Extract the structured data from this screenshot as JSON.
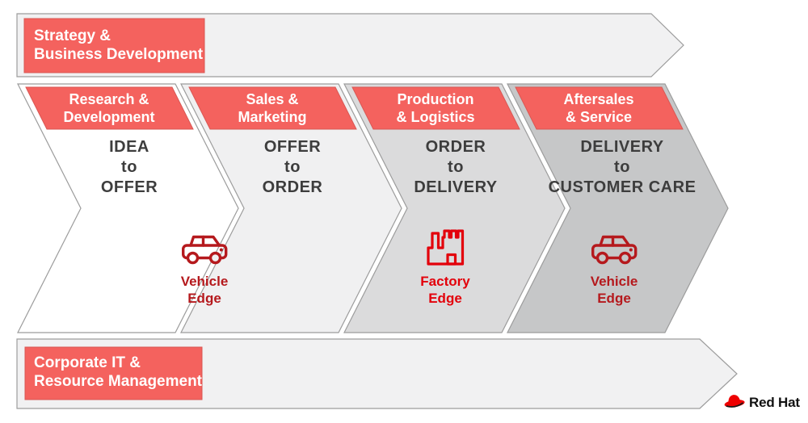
{
  "colors": {
    "salmon": "#f4625e",
    "salmon_border": "#d95753",
    "arrow_fill": "#f1f1f2",
    "shape_stroke": "#9c9c9c",
    "chevron1_fill": "#ffffff",
    "chevron2_fill": "#f0f0f1",
    "chevron3_fill": "#dbdbdc",
    "chevron4_fill": "#c6c7c8",
    "body_text": "#3d3d3d",
    "vehicle_red": "#b5191d",
    "factory_red": "#e3010b",
    "logo_red": "#ee0000",
    "logo_band": "#1a1a1a",
    "logo_text": "#111111"
  },
  "top_banner": {
    "label": "Strategy &\nBusiness Development"
  },
  "bottom_banner": {
    "label": "Corporate IT &\nResource Management"
  },
  "chevrons": [
    {
      "header": "Research &\nDevelopment",
      "body": "IDEA\nto\nOFFER"
    },
    {
      "header": "Sales &\nMarketing",
      "body": "OFFER\nto\nORDER"
    },
    {
      "header": "Production\n& Logistics",
      "body": "ORDER\nto\nDELIVERY"
    },
    {
      "header": "Aftersales\n& Service",
      "body": "DELIVERY\nto\nCUSTOMER CARE"
    }
  ],
  "edges": [
    {
      "label": "Vehicle\nEdge",
      "icon": "car-icon"
    },
    {
      "label": "Factory\nEdge",
      "icon": "factory-icon"
    },
    {
      "label": "Vehicle\nEdge",
      "icon": "car-icon"
    }
  ],
  "logo": {
    "label": "Red Hat",
    "icon": "redhat-fedora-icon"
  }
}
